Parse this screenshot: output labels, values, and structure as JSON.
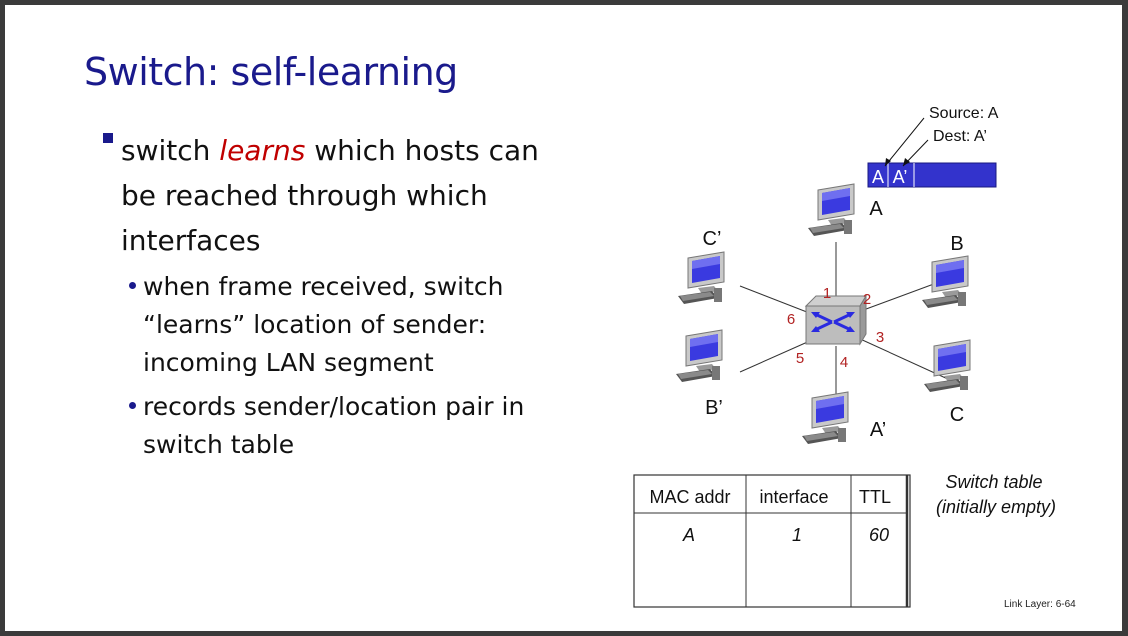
{
  "slide": {
    "title": "Switch: self-learning",
    "bullet": {
      "pre": "switch ",
      "emph": "learns",
      "post": " which hosts can be reached through which interfaces"
    },
    "subbullets": [
      "when frame received, switch “learns”  location of sender: incoming LAN segment",
      "records sender/location pair in switch table"
    ],
    "footer": "Link Layer: 6-64"
  },
  "diagram": {
    "hosts": {
      "A": "A",
      "B": "B",
      "C": "C",
      "A2": "A’",
      "B2": "B’",
      "C2": "C’"
    },
    "ports": [
      "1",
      "2",
      "3",
      "4",
      "5",
      "6"
    ],
    "frame": {
      "src": "A",
      "dst": "A’",
      "source_label": "Source: A",
      "dest_label": "Dest: A’",
      "color": "#3333cc"
    },
    "table": {
      "headers": [
        "MAC addr",
        "interface",
        "TTL"
      ],
      "rows": [
        [
          "A",
          "1",
          "60"
        ]
      ],
      "caption_line1": "Switch table",
      "caption_line2": "(initially empty)"
    }
  }
}
